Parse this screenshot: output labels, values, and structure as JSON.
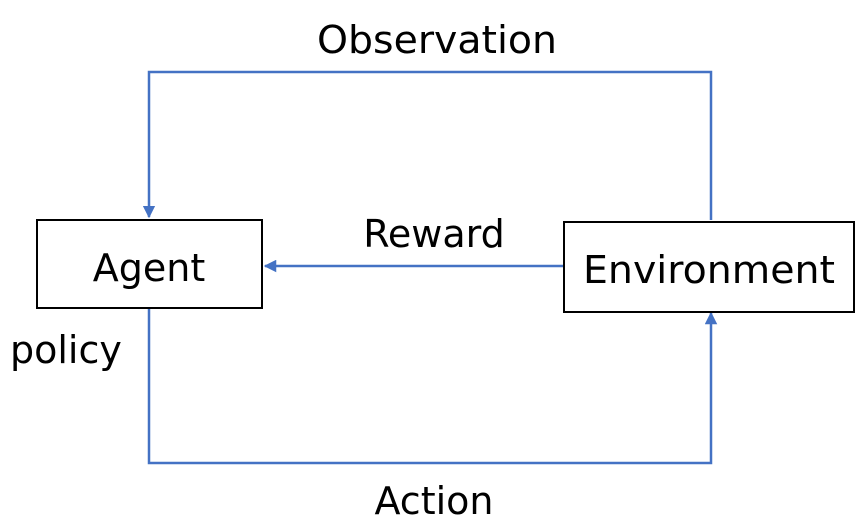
{
  "nodes": {
    "agent": "Agent",
    "environment": "Environment"
  },
  "edges": {
    "observation": "Observation",
    "reward": "Reward",
    "action": "Action"
  },
  "annotation": {
    "policy": "policy"
  },
  "colors": {
    "arrow": "#4472C4",
    "box_border": "#000000",
    "text": "#000000"
  }
}
